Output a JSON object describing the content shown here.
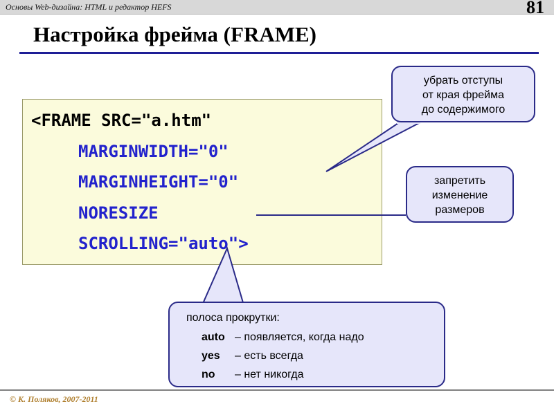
{
  "header": {
    "course_title": "Основы Web-дизайна: HTML и редактор HEFS",
    "slide_number": "81"
  },
  "slide": {
    "title": "Настройка фрейма (FRAME)"
  },
  "code": {
    "line1_tag": "<FRAME SRC=\"a.htm\"",
    "line2_attr": "MARGINWIDTH=\"0\"",
    "line3_attr": "MARGINHEIGHT=\"0\"",
    "line4_attr": "NORESIZE",
    "line5_attr": "SCROLLING=\"auto\">"
  },
  "callouts": {
    "margins": {
      "line1": "убрать отступы",
      "line2": "от края фрейма",
      "line3": "до содержимого"
    },
    "noresize": {
      "line1": "запретить",
      "line2": "изменение",
      "line3": "размеров"
    },
    "scrolling": {
      "title": "полоса прокрутки:",
      "rows": [
        {
          "keyword": "auto",
          "desc": "– появляется, когда надо"
        },
        {
          "keyword": "yes",
          "desc": "– есть всегда"
        },
        {
          "keyword": "no",
          "desc": "– нет никогда"
        }
      ]
    }
  },
  "footer": {
    "copyright": "© К. Поляков, 2007-2011"
  },
  "colors": {
    "rule": "#1e1e96",
    "code_attr": "#2222cc",
    "code_bg": "#fbfbdc",
    "bubble_bg": "#e6e6fa",
    "bubble_border": "#2a2a88",
    "footer_text": "#b08030"
  }
}
